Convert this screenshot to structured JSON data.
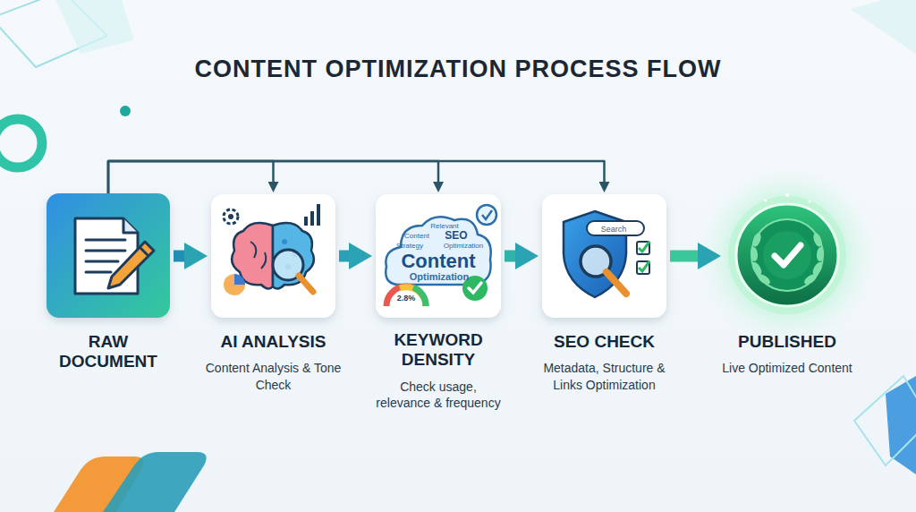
{
  "diagram": {
    "title": "CONTENT OPTIMIZATION PROCESS FLOW",
    "nodes": [
      {
        "text": [
          "RAW DOCUMENT"
        ]
      },
      {
        "text": [
          "AI ANALYSIS",
          "Content Analysis & Tone Check"
        ]
      },
      {
        "text": [
          "KEYWORD DENSITY",
          "Check usage, relevance & frequency"
        ]
      },
      {
        "text": [
          "SEO CHECK",
          "Metadata, Structure & Links Optimization"
        ]
      },
      {
        "text": [
          "PUBLISHED",
          "Live Optimized Content"
        ]
      }
    ],
    "edges": [
      {
        "from": 0,
        "to": 1,
        "arrow": "to"
      },
      {
        "from": 1,
        "to": 2,
        "arrow": "to"
      },
      {
        "from": 2,
        "to": 3,
        "arrow": "to"
      },
      {
        "from": 3,
        "to": 4,
        "arrow": "to"
      },
      {
        "from": 0,
        "to": 1,
        "arrow": "to"
      },
      {
        "from": 0,
        "to": 2,
        "arrow": "to"
      },
      {
        "from": 0,
        "to": 3,
        "arrow": "to"
      }
    ],
    "labels": [
      "Relevant",
      "Content",
      "SEO",
      "Strategy",
      "Optimization",
      "Content",
      "Optimization",
      "2.8%",
      "Search"
    ]
  }
}
